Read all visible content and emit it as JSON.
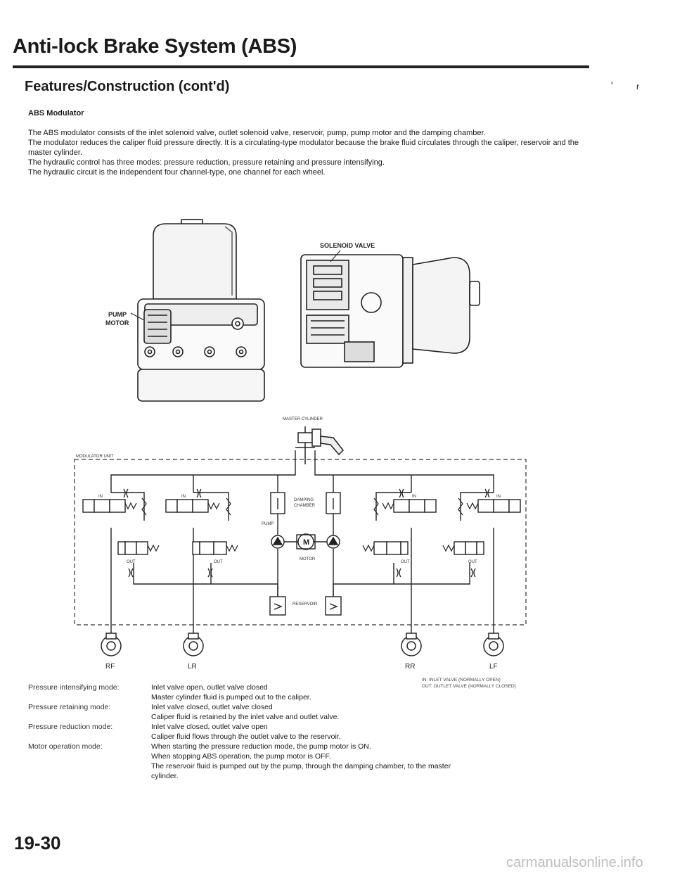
{
  "header": {
    "title": "Anti-lock Brake System (ABS)",
    "subtitle": "Features/Construction (cont'd)",
    "margin_mark_1": "'",
    "margin_mark_2": "r"
  },
  "section": {
    "heading": "ABS Modulator",
    "paragraphs": [
      "The ABS modulator consists of the inlet solenoid valve, outlet solenoid valve, reservoir, pump, pump motor and the damping chamber.",
      "The modulator reduces the caliper fluid pressure directly. It is a circulating-type modulator because the brake fluid circulates through the caliper, reservoir and the master cylinder.",
      "The hydraulic control has three modes: pressure reduction, pressure retaining and pressure intensifying.",
      "The hydraulic circuit is the independent four channel-type, one channel for each wheel."
    ]
  },
  "figure": {
    "pump_motor_label": [
      "PUMP",
      "MOTOR"
    ],
    "solenoid_valve_label": "SOLENOID VALVE",
    "master_cylinder_label": "MASTER CYLINDER",
    "modulator_unit_label": "MODULATOR UNIT",
    "damping_chamber_label": [
      "DAMPING",
      "CHAMBER"
    ],
    "pump_label": "PUMP",
    "motor_label": "MOTOR",
    "motor_symbol": "M",
    "reservoir_label": "RESERVOIR",
    "in_label": "IN",
    "out_label": "OUT",
    "wheels": [
      "RF",
      "LR",
      "RR",
      "LF"
    ]
  },
  "legend": {
    "line1": "IN:   INLET VALVE (NORMALLY OPEN)",
    "line2": "OUT: OUTLET VALVE (NORMALLY CLOSED)"
  },
  "modes": [
    {
      "name": "Pressure intensifying mode:",
      "lines": [
        "Inlet valve open, outlet valve closed",
        "Master cylinder fluid is pumped out to the caliper."
      ]
    },
    {
      "name": "Pressure retaining mode:",
      "lines": [
        "Inlet valve closed, outlet valve closed",
        "Caliper fluid is retained by the inlet valve and outlet valve."
      ]
    },
    {
      "name": "Pressure reduction mode:",
      "lines": [
        "Inlet valve closed, outlet valve open",
        "Caliper fluid flows through the outlet valve to the reservoir."
      ]
    },
    {
      "name": "Motor operation mode:",
      "lines": [
        "When starting the pressure reduction mode, the pump motor is ON.",
        "When stopping ABS operation, the pump motor is OFF.",
        "The reservoir fluid is pumped out by the pump, through the damping chamber, to the master",
        "cylinder."
      ]
    }
  ],
  "footer": {
    "page_number": "19-30",
    "watermark": "carmanualsonline.info"
  }
}
